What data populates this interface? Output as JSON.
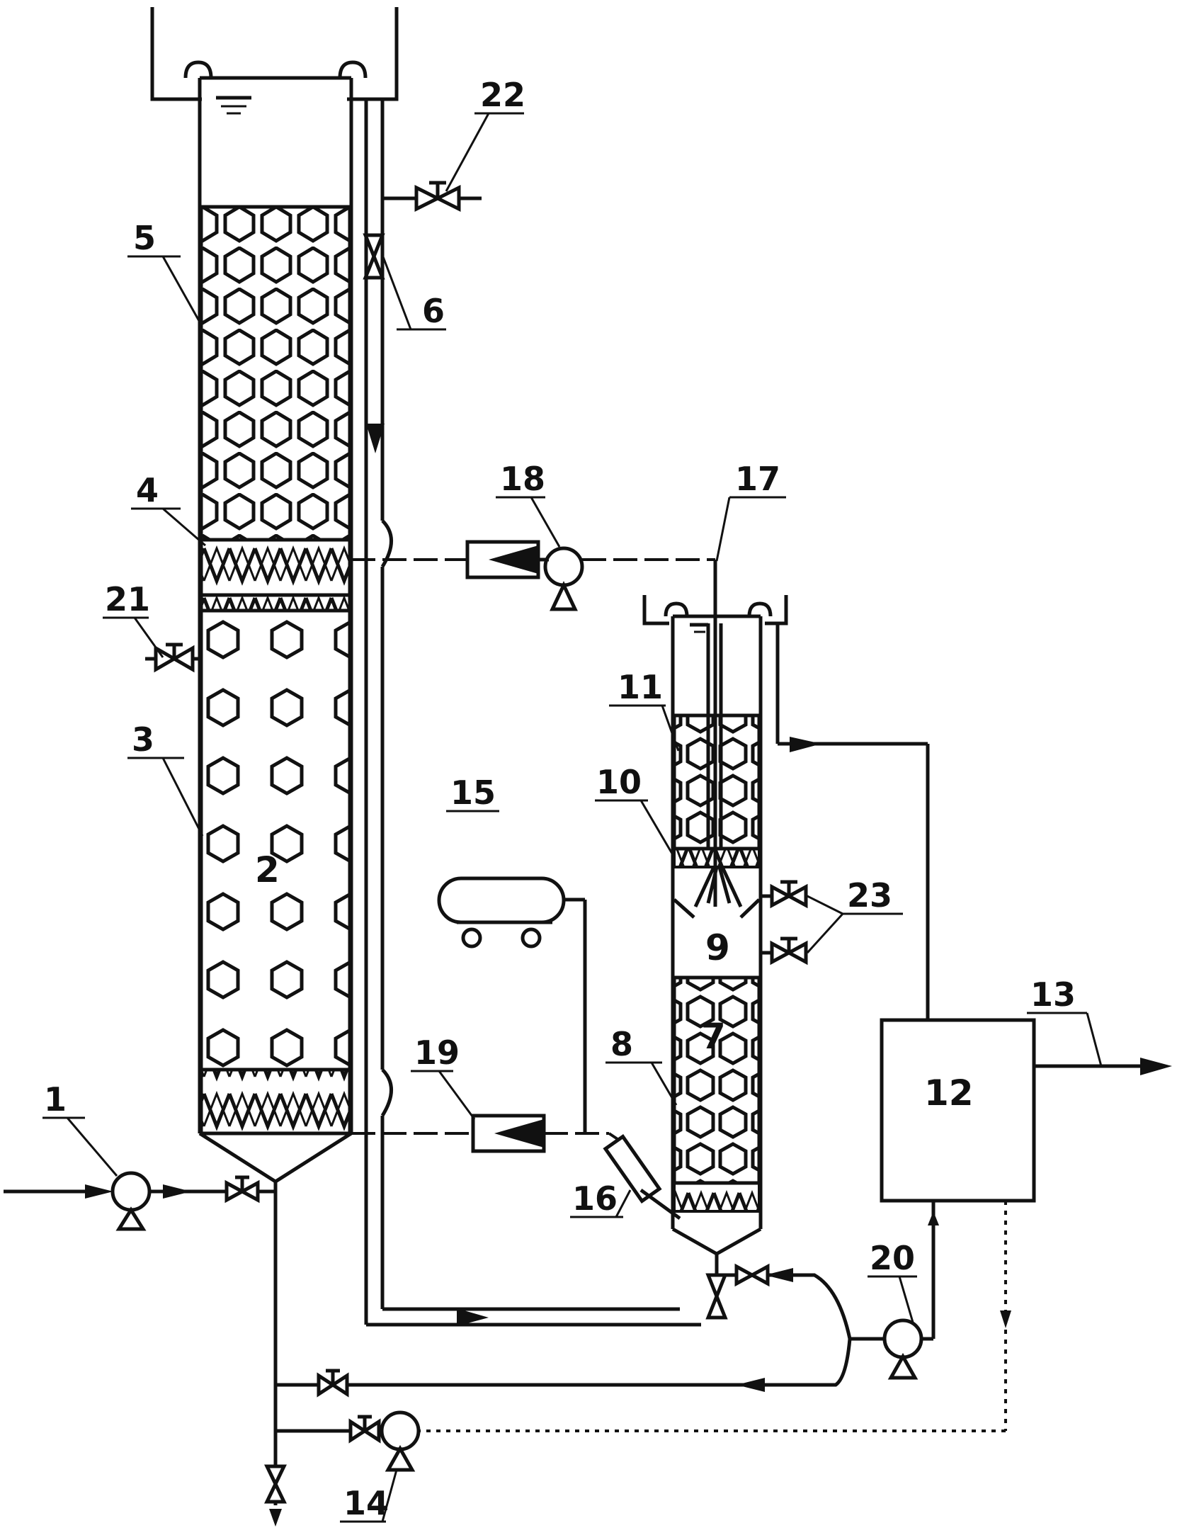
{
  "labels": {
    "c1": "1",
    "c2": "2",
    "c3": "3",
    "c4": "4",
    "c5": "5",
    "c6": "6",
    "c7": "7",
    "c8": "8",
    "c9": "9",
    "c10": "10",
    "c11": "11",
    "c12": "12",
    "c13": "13",
    "c14": "14",
    "c15": "15",
    "c16": "16",
    "c17": "17",
    "c18": "18",
    "c19": "19",
    "c20": "20",
    "c21": "21",
    "c22": "22",
    "c23": "23"
  }
}
